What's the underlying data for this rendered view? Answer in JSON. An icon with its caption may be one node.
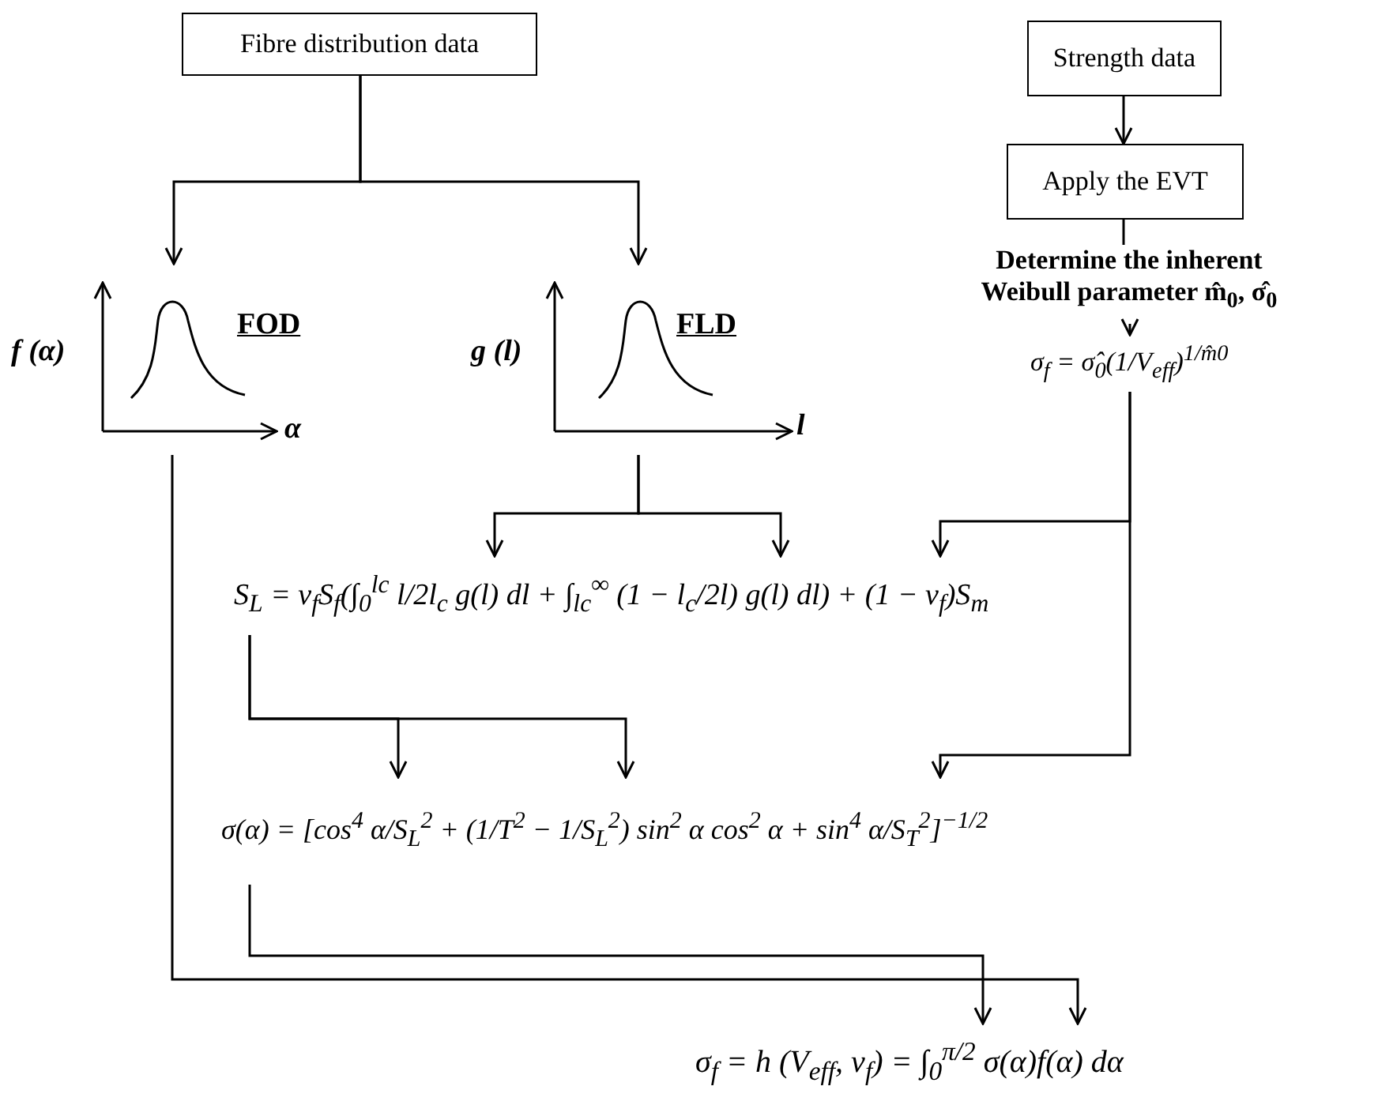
{
  "diagram": {
    "nodes": [
      {
        "text": [
          "Fibre distribution data"
        ]
      },
      {
        "text": [
          "f (α)",
          "FOD",
          "α"
        ]
      },
      {
        "text": [
          "g (l)",
          "FLD",
          "l"
        ]
      },
      {
        "text": [
          "Strength data"
        ]
      },
      {
        "text": [
          "Apply the EVT"
        ]
      },
      {
        "text": [
          "Determine the inherent Weibull parameter m̂$_{0}$, σ̂$_{0}$"
        ]
      },
      {
        "text": [
          "σ$_{f}$ = σ̂$_{0}$(1/V$_{eff}$)$^{1/m̂0}$"
        ]
      },
      {
        "text": [
          "S$_{L}$ = v$_{f}$S$_{f}$(∫$_{0}$$^{lc}$ l/2l$_{c}$ g(l) dl + ∫$_{lc}$$^{∞}$ (1 − l$_{c}$/2l) g(l) dl) + (1 − v$_{f}$)S$_{m}$"
        ]
      },
      {
        "text": [
          "σ(α) = [cos$^{4}$ α/S$_{L}$$^{2}$ + (1/T$^{2}$ − 1/S$_{L}$$^{2}$) sin$^{2}$ α cos$^{2}$ α + sin$^{4}$ α/S$_{T}$$^{2}$]$^{−1/2}$"
        ]
      },
      {
        "text": [
          "σ$_{f}$ = h (V$_{eff}$, v$_{f}$) = ∫$_{0}$$^{π/2}$ σ(α)f(α) dα"
        ]
      }
    ],
    "edges": [
      {
        "from": 0,
        "to": 1,
        "arrow": "to"
      },
      {
        "from": 0,
        "to": 2,
        "arrow": "to"
      },
      {
        "from": 3,
        "to": 4,
        "arrow": "to"
      },
      {
        "from": 4,
        "to": 5,
        "arrow": "none"
      },
      {
        "from": 5,
        "to": 6,
        "arrow": "to"
      },
      {
        "from": 2,
        "to": 7,
        "arrow": "to"
      },
      {
        "from": 2,
        "to": 7,
        "arrow": "to"
      },
      {
        "from": 6,
        "to": 7,
        "arrow": "to"
      },
      {
        "from": 6,
        "to": 8,
        "arrow": "to"
      },
      {
        "from": 7,
        "to": 8,
        "arrow": "to"
      },
      {
        "from": 7,
        "to": 8,
        "arrow": "to"
      },
      {
        "from": 8,
        "to": 9,
        "arrow": "to"
      },
      {
        "from": 1,
        "to": 9,
        "arrow": "to"
      }
    ]
  }
}
